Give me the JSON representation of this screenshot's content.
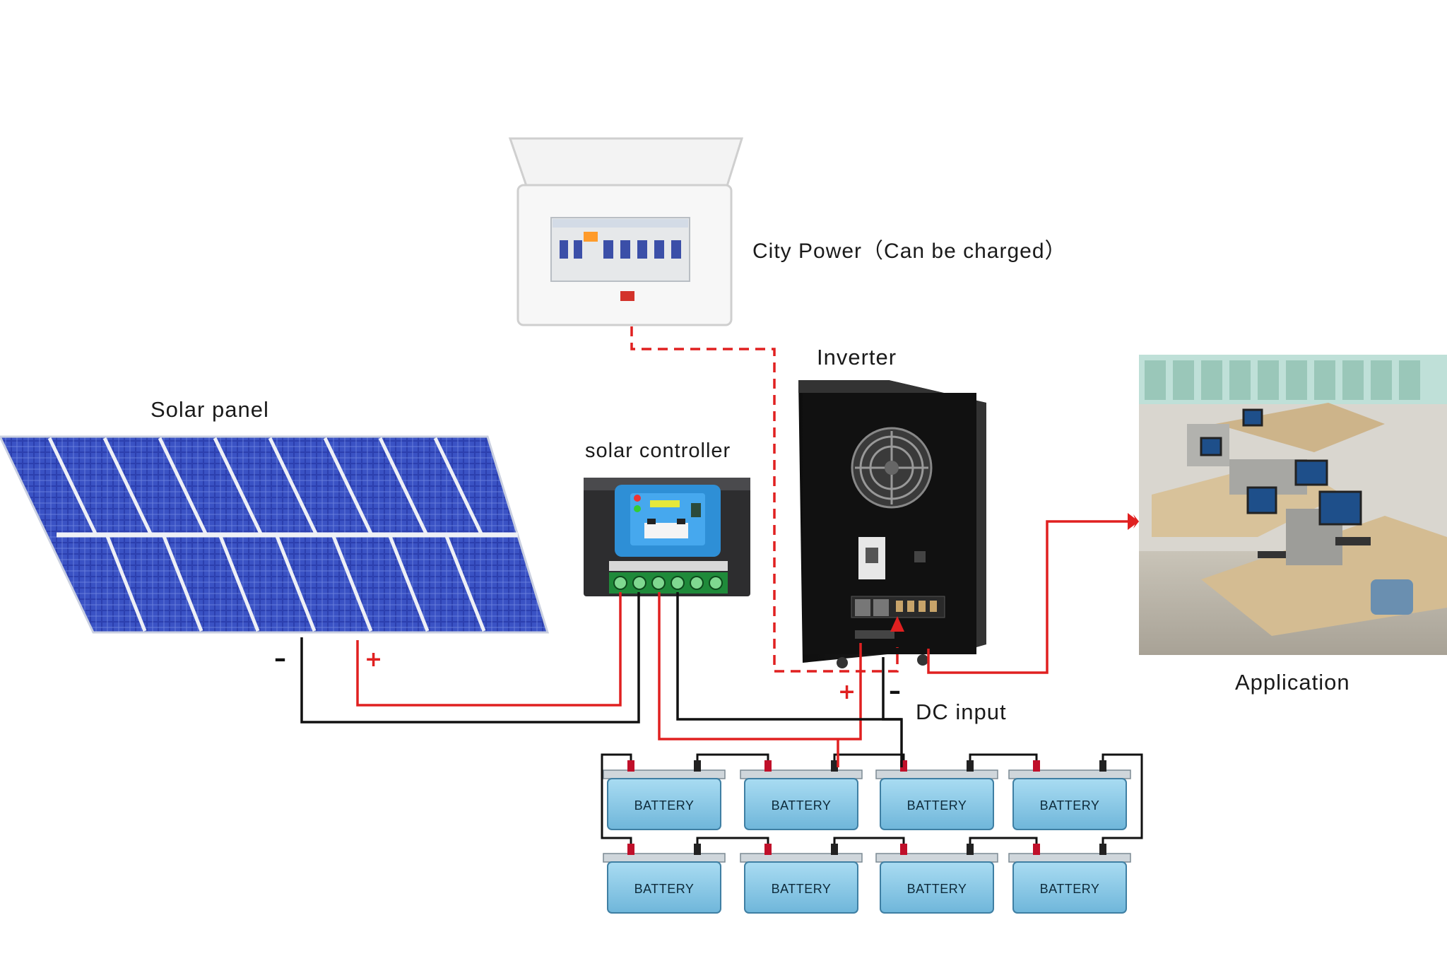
{
  "labels": {
    "solar_panel": "Solar  panel",
    "solar_controller": "solar  controller",
    "city_power": "City Power（Can be charged）",
    "inverter": "Inverter",
    "application": "Application",
    "dc_input": "DC input"
  },
  "polarity": {
    "plus": "+",
    "minus": "–"
  },
  "battery_label": "BATTERY",
  "battery_count": 8,
  "colors": {
    "positive_wire": "#e02020",
    "negative_wire": "#111111",
    "ac_line": "#e02020",
    "panel_cell": "#2a3ea8",
    "battery_body": "#8fcbe8",
    "inverter_body": "#151515"
  },
  "icons": [
    "solar-panel-icon",
    "charge-controller-icon",
    "distribution-box-icon",
    "inverter-icon",
    "office-photo-icon",
    "battery-icon",
    "fan-icon",
    "breaker-icon"
  ]
}
